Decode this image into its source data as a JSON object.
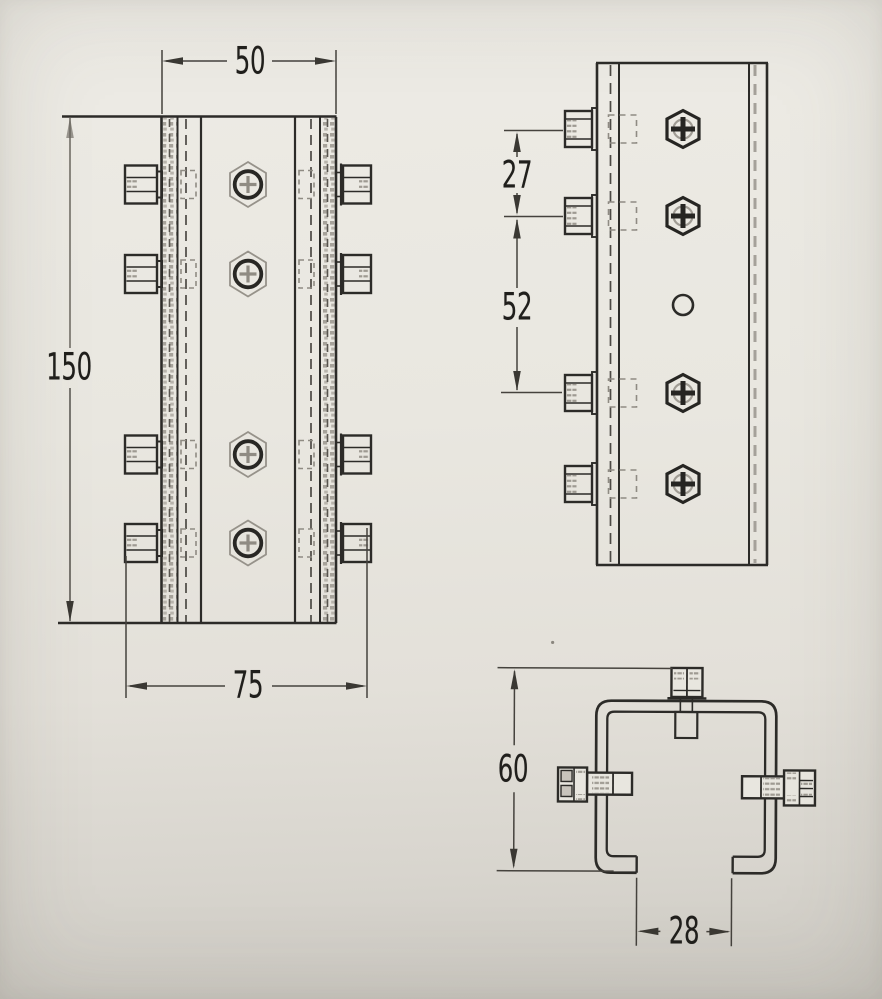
{
  "drawing": {
    "dimensions": {
      "front_width": "50",
      "front_height": "150",
      "front_overall_width": "75",
      "side_pitch_upper": "27",
      "side_pitch_mid": "52",
      "section_height": "60",
      "section_opening": "28"
    },
    "colors": {
      "paper": "#e9e7e0",
      "ink": "#2c2b28",
      "ink_thin": "#45423d",
      "ink_faded": "#6b675f",
      "hatch_gray": "#a6a29a"
    }
  }
}
